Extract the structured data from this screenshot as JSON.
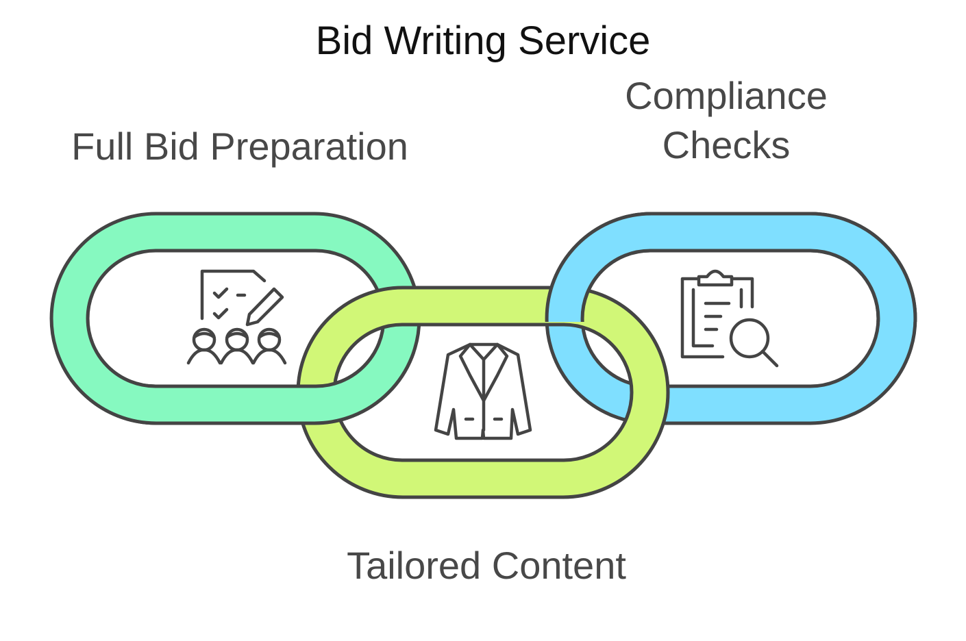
{
  "title": "Bid Writing Service",
  "links": [
    {
      "label": "Full Bid Preparation",
      "color": "#86F9C0",
      "icon": "checklist-team-icon"
    },
    {
      "label": "Tailored Content",
      "color": "#D1F777",
      "icon": "suit-jacket-icon"
    },
    {
      "label": "Compliance Checks",
      "color": "#7FDFFF",
      "icon": "clipboard-search-icon"
    }
  ]
}
